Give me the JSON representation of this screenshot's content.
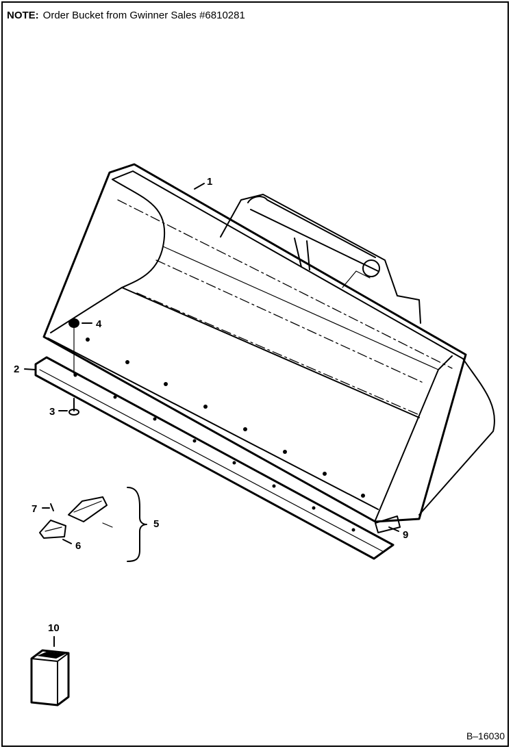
{
  "note": {
    "label": "NOTE:",
    "text": "Order Bucket from Gwinner Sales #6810281"
  },
  "drawing_number": "B–16030",
  "callouts": {
    "c1": "1",
    "c2": "2",
    "c3": "3",
    "c4": "4",
    "c5": "5",
    "c6": "6",
    "c7": "7",
    "c9": "9",
    "c10": "10"
  }
}
